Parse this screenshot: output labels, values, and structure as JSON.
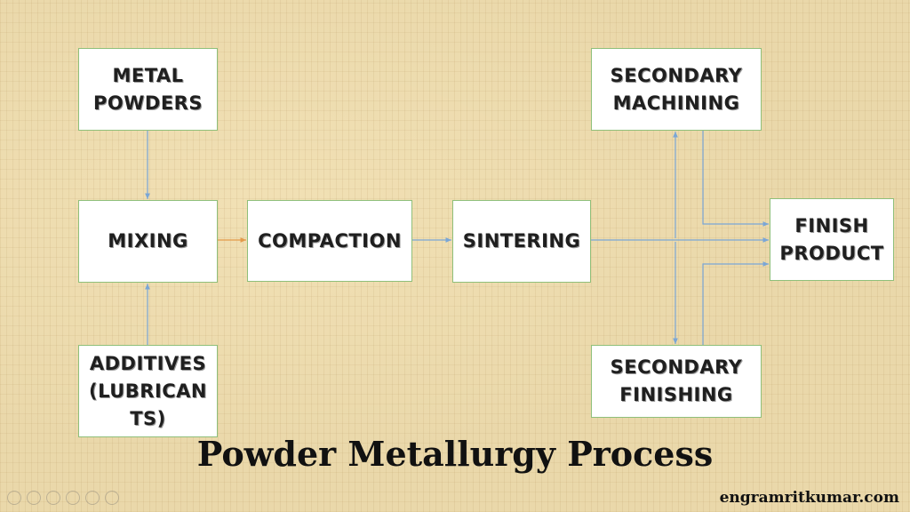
{
  "diagram": {
    "nodes": {
      "metal_powders": "METAL\nPOWDERS",
      "mixing": "MIXING",
      "compaction": "COMPACTION",
      "sintering": "SINTERING",
      "additives": "ADDITIVES\n(LUBRICAN\nTS)",
      "secondary_machining": "SECONDARY\nMACHINING",
      "secondary_finishing": "SECONDARY\nFINISHING",
      "finish_product": "FINISH\nPRODUCT"
    },
    "edges": [
      {
        "from": "metal_powders",
        "to": "mixing"
      },
      {
        "from": "additives",
        "to": "mixing"
      },
      {
        "from": "mixing",
        "to": "compaction"
      },
      {
        "from": "compaction",
        "to": "sintering"
      },
      {
        "from": "sintering",
        "to": "finish_product"
      },
      {
        "from": "sintering",
        "to": "secondary_machining"
      },
      {
        "from": "sintering",
        "to": "secondary_finishing"
      },
      {
        "from": "secondary_machining",
        "to": "finish_product"
      },
      {
        "from": "secondary_finishing",
        "to": "finish_product"
      }
    ],
    "colors": {
      "connector": "#7aa6d6",
      "mix_to_compaction": "#e39a4a",
      "box_border": "#8fbf7a",
      "background": "#ead8aa"
    }
  },
  "title": "Powder Metallurgy Process",
  "website": "engramritkumar.com",
  "slideshow_controls": [
    "previous-icon",
    "next-icon",
    "pen-icon",
    "slides-icon",
    "zoom-icon",
    "more-icon"
  ]
}
